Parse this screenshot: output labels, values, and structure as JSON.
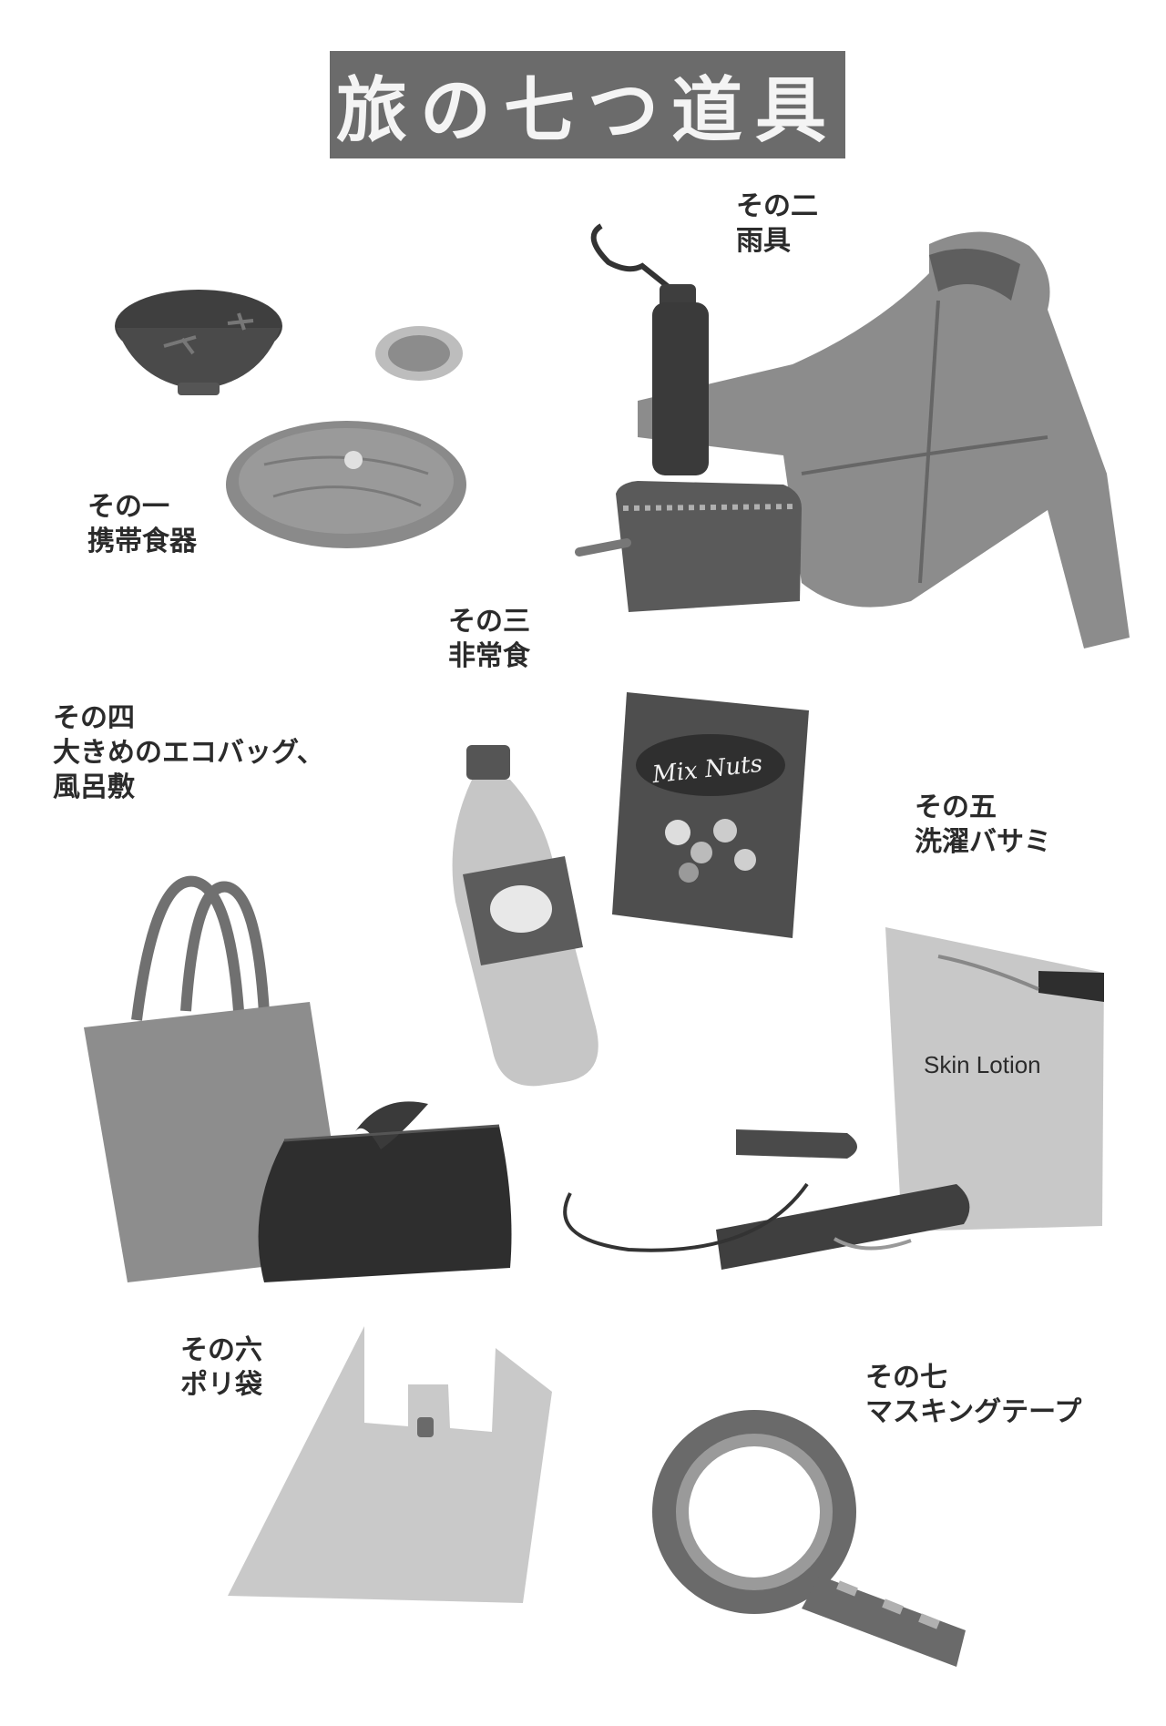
{
  "title": "旅の七つ道具",
  "items": [
    {
      "num": "その一",
      "name": "携帯食器",
      "icon": "tableware-icon"
    },
    {
      "num": "その二",
      "name": "雨具",
      "icon": "rain-gear-icon"
    },
    {
      "num": "その三",
      "name": "非常食",
      "icon": "emergency-food-icon"
    },
    {
      "num": "その四",
      "name": "大きめのエコバッグ、",
      "name2": "風呂敷",
      "icon": "eco-bag-icon"
    },
    {
      "num": "その五",
      "name": "洗濯バサミ",
      "icon": "clothespin-icon"
    },
    {
      "num": "その六",
      "name": "ポリ袋",
      "icon": "plastic-bag-icon"
    },
    {
      "num": "その七",
      "name": "マスキングテープ",
      "icon": "masking-tape-icon"
    }
  ],
  "product_labels": {
    "lotion": "Skin Lotion",
    "nuts": "Mix Nuts"
  },
  "colors": {
    "title_bg": "#6b6b6b",
    "dark": "#3a3a3a",
    "mid": "#8a8a8a",
    "light": "#c8c8c8"
  }
}
